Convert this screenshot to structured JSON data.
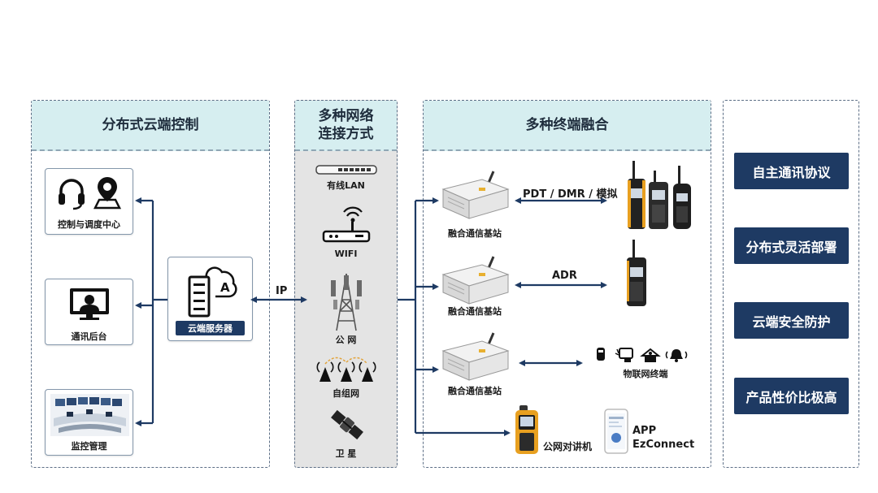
{
  "panels": {
    "cloud_title": "分布式云端控制",
    "network_title": "多种网络\n连接方式",
    "terminal_title": "多种终端融合"
  },
  "cloud": {
    "control_center": "控制与调度中心",
    "comm_backend": "通讯后台",
    "monitoring": "监控管理",
    "server": "云端服务器",
    "server_icon_letter": "A"
  },
  "connections": {
    "ip": "IP",
    "link1": "PDT / DMR / 模拟",
    "link2": "ADR"
  },
  "networks": [
    "有线LAN",
    "WIFI",
    "公 网",
    "自组网",
    "卫 星"
  ],
  "terminals": {
    "base_station_1": "融合通信基站",
    "base_station_2": "融合通信基站",
    "base_station_3": "融合通信基站",
    "iot": "物联网终端",
    "public_radio": "公网对讲机",
    "app_line1": "APP",
    "app_line2": "EzConnect"
  },
  "features": [
    "自主通讯协议",
    "分布式灵活部署",
    "云端安全防护",
    "产品性价比极高"
  ],
  "colors": {
    "header_bg": "#d6eef0",
    "navy": "#1e3a63",
    "line": "#1e3a63",
    "panel_gray": "#e4e4e4"
  }
}
